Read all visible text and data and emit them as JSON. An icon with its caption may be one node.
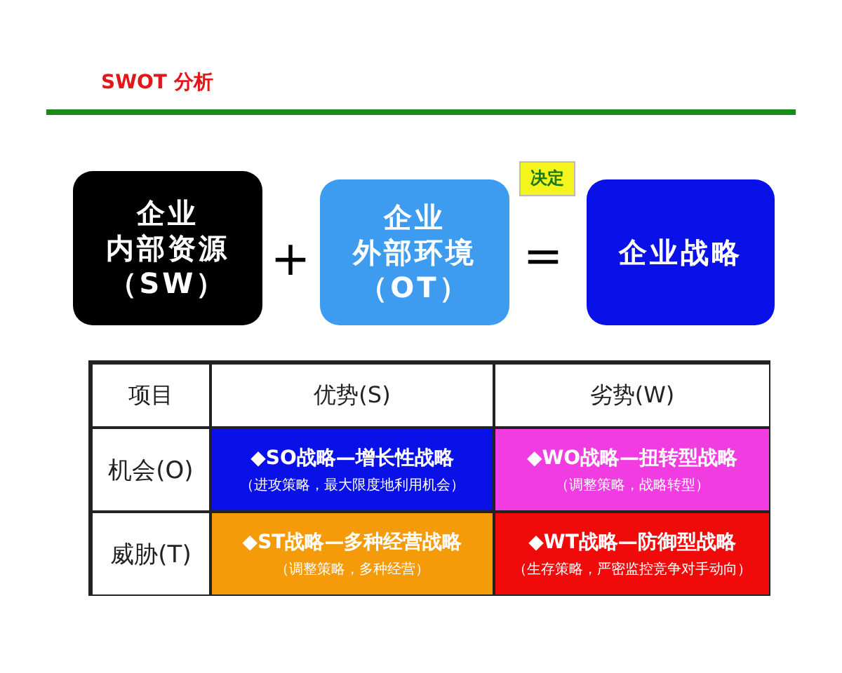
{
  "diagram": {
    "title": "SWOT 分析",
    "nodes": [
      {
        "text": [
          "企业",
          "内部资源（SW）"
        ]
      },
      {
        "text": [
          "企业",
          "外部环境（OT）"
        ]
      },
      {
        "text": [
          "决定"
        ]
      },
      {
        "text": [
          "企业战略"
        ]
      }
    ],
    "labels": [
      "+",
      "=",
      "项目",
      "优势(S)",
      "劣势(W)",
      "机会(O)",
      "◆SO战略—增长性战略",
      "（进攻策略，最大限度地利用机会）",
      "◆WO战略—扭转型战略",
      "（调整策略，战略转型）",
      "威胁(T)",
      "◆ST战略—多种经营战略",
      "（调整策略，多种经营）",
      "◆WT战略—防御型战略",
      "（生存策略，严密监控竞争对手动向）"
    ]
  }
}
